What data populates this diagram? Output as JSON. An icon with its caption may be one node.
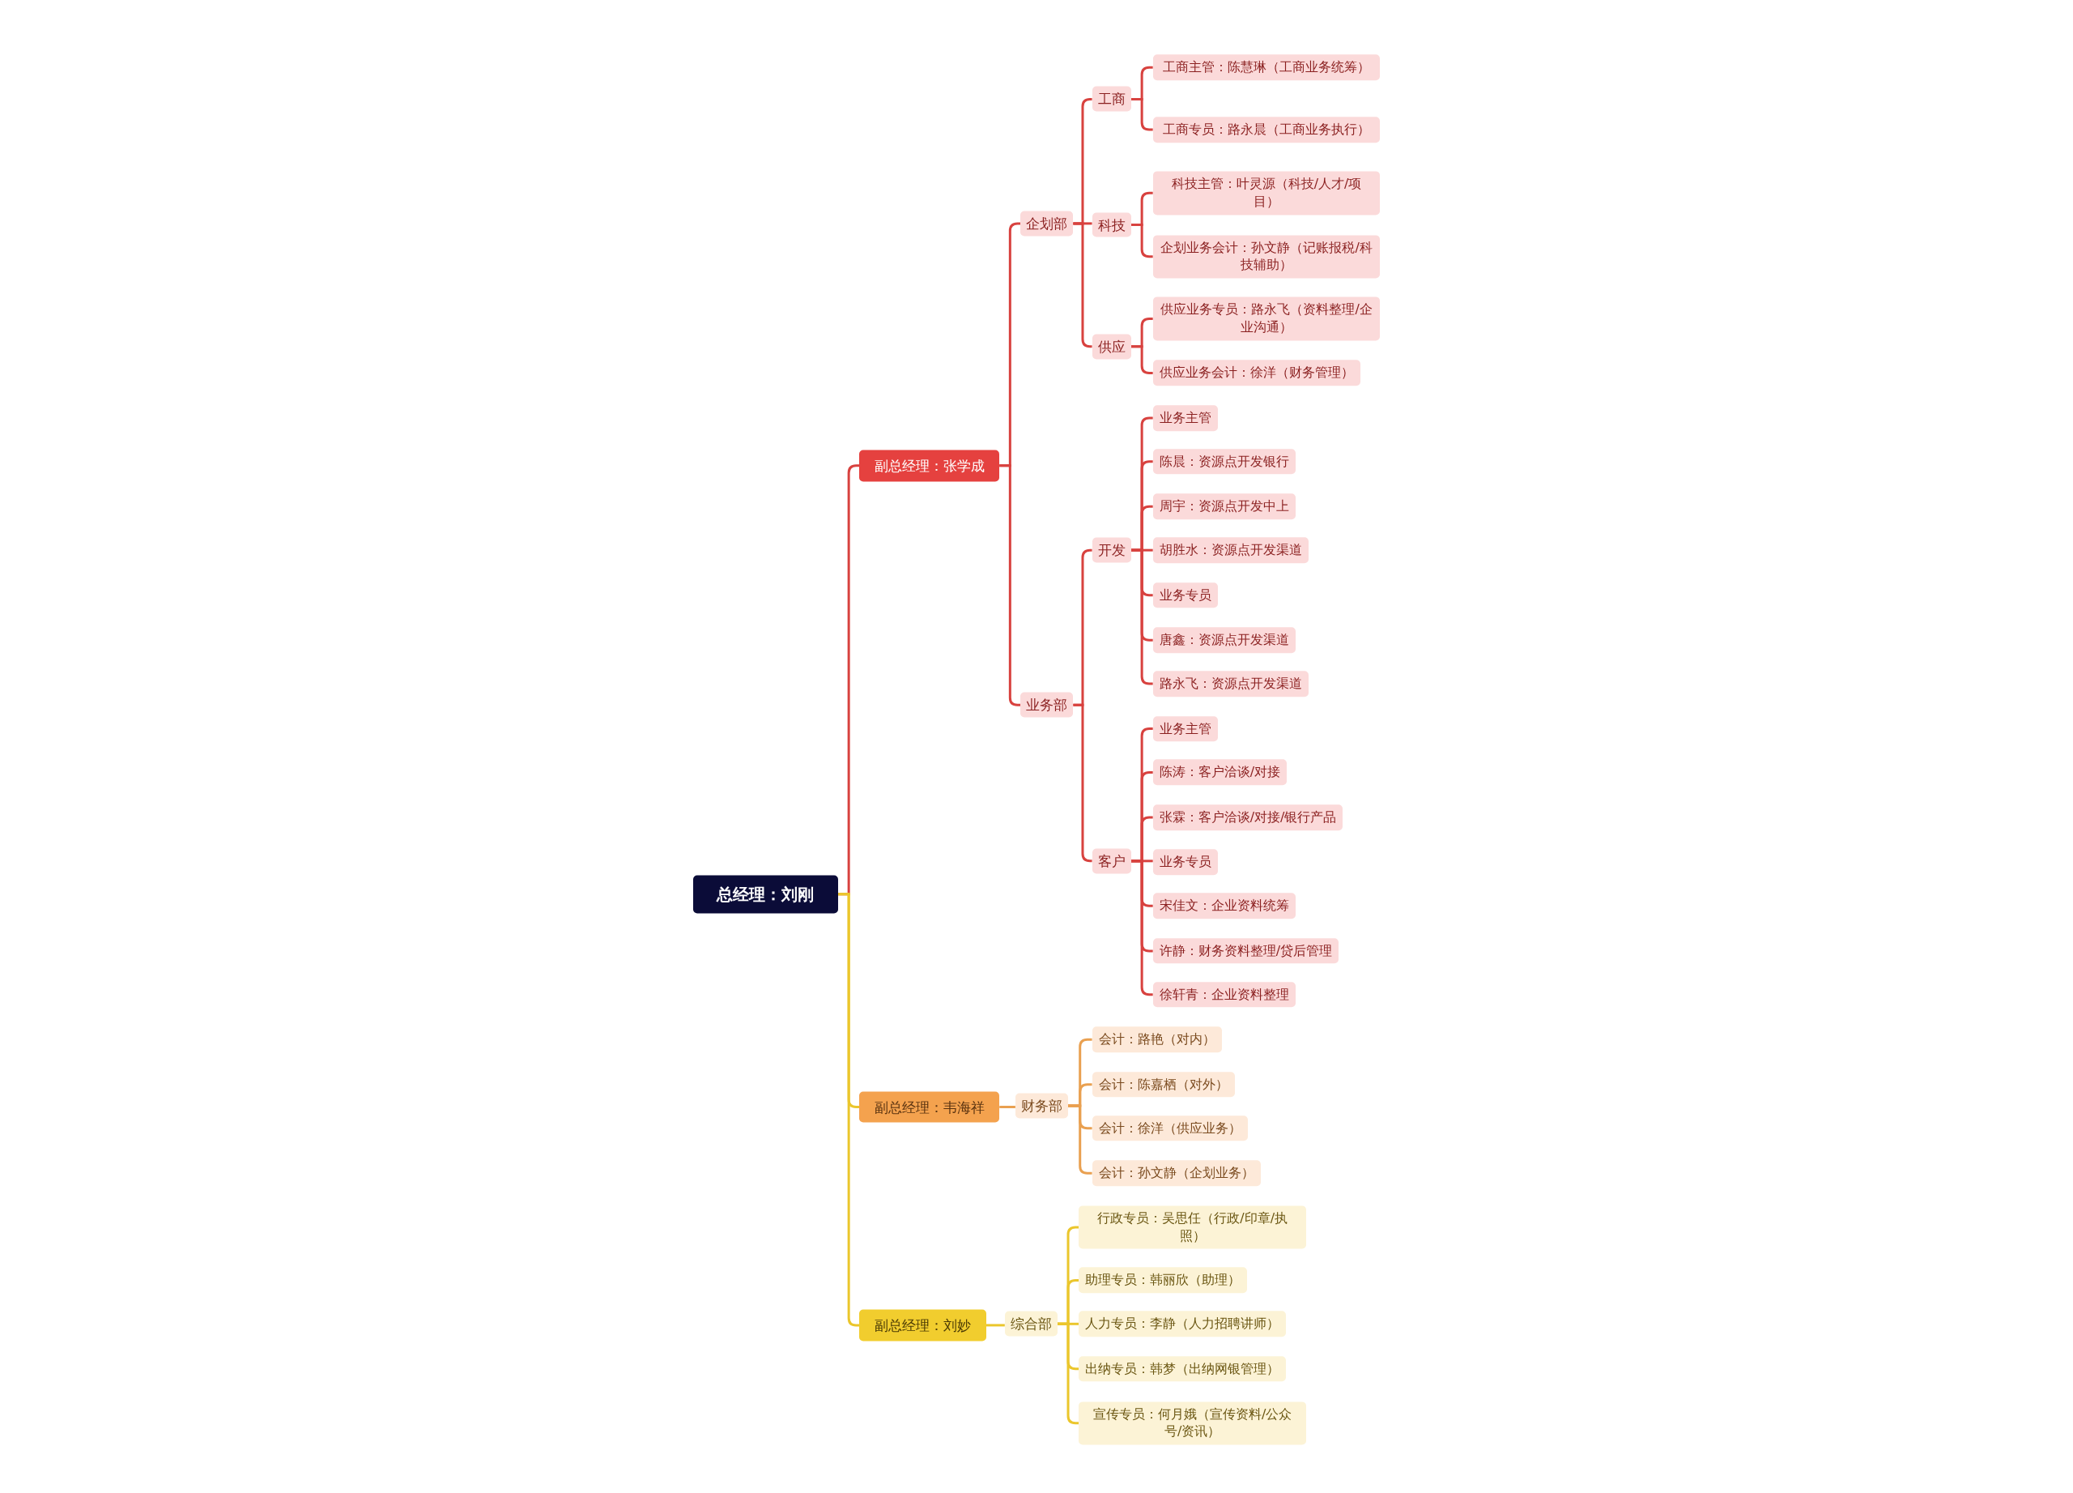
{
  "diagram": {
    "nodes": [
      {
        "text": [
          "总经理：刘刚"
        ]
      },
      {
        "text": [
          "副总经理：张学成"
        ]
      },
      {
        "text": [
          "企划部"
        ]
      },
      {
        "text": [
          "工商"
        ]
      },
      {
        "text": [
          "工商主管：陈慧琳（工商业务统筹）"
        ]
      },
      {
        "text": [
          "工商专员：路永晨（工商业务执行）"
        ]
      },
      {
        "text": [
          "科技"
        ]
      },
      {
        "text": [
          "科技主管：叶灵源（科技/人才/项目）"
        ]
      },
      {
        "text": [
          "企划业务会计：孙文静（记账报税/科技辅助）"
        ]
      },
      {
        "text": [
          "供应"
        ]
      },
      {
        "text": [
          "供应业务专员：路永飞（资料整理/企业沟通）"
        ]
      },
      {
        "text": [
          "供应业务会计：徐洋（财务管理）"
        ]
      },
      {
        "text": [
          "业务部"
        ]
      },
      {
        "text": [
          "开发"
        ]
      },
      {
        "text": [
          "业务主管"
        ]
      },
      {
        "text": [
          "陈晨：资源点开发银行"
        ]
      },
      {
        "text": [
          "周宇：资源点开发中上"
        ]
      },
      {
        "text": [
          "胡胜水：资源点开发渠道"
        ]
      },
      {
        "text": [
          "业务专员"
        ]
      },
      {
        "text": [
          "唐鑫：资源点开发渠道"
        ]
      },
      {
        "text": [
          "路永飞：资源点开发渠道"
        ]
      },
      {
        "text": [
          "客户"
        ]
      },
      {
        "text": [
          "业务主管"
        ]
      },
      {
        "text": [
          "陈涛：客户洽谈/对接"
        ]
      },
      {
        "text": [
          "张霖：客户洽谈/对接/银行产品"
        ]
      },
      {
        "text": [
          "业务专员"
        ]
      },
      {
        "text": [
          "宋佳文：企业资料统筹"
        ]
      },
      {
        "text": [
          "许静：财务资料整理/贷后管理"
        ]
      },
      {
        "text": [
          "徐轩青：企业资料整理"
        ]
      },
      {
        "text": [
          "副总经理：韦海祥"
        ]
      },
      {
        "text": [
          "财务部"
        ]
      },
      {
        "text": [
          "会计：路艳（对内）"
        ]
      },
      {
        "text": [
          "会计：陈嘉栖（对外）"
        ]
      },
      {
        "text": [
          "会计：徐洋（供应业务）"
        ]
      },
      {
        "text": [
          "会计：孙文静（企划业务）"
        ]
      },
      {
        "text": [
          "副总经理：刘妙"
        ]
      },
      {
        "text": [
          "综合部"
        ]
      },
      {
        "text": [
          "行政专员：吴思任（行政/印章/执照）"
        ]
      },
      {
        "text": [
          "助理专员：韩丽欣（助理）"
        ]
      },
      {
        "text": [
          "人力专员：李静（人力招聘讲师）"
        ]
      },
      {
        "text": [
          "出纳专员：韩梦（出纳网银管理）"
        ]
      },
      {
        "text": [
          "宣传专员：何月娥（宣传资料/公众号/资讯）"
        ]
      }
    ],
    "edges": [
      {
        "from": 0,
        "to": 1,
        "arrow": "none"
      },
      {
        "from": 1,
        "to": 2,
        "arrow": "none"
      },
      {
        "from": 2,
        "to": 3,
        "arrow": "none"
      },
      {
        "from": 3,
        "to": 4,
        "arrow": "none"
      },
      {
        "from": 3,
        "to": 5,
        "arrow": "none"
      },
      {
        "from": 2,
        "to": 6,
        "arrow": "none"
      },
      {
        "from": 6,
        "to": 7,
        "arrow": "none"
      },
      {
        "from": 6,
        "to": 8,
        "arrow": "none"
      },
      {
        "from": 2,
        "to": 9,
        "arrow": "none"
      },
      {
        "from": 9,
        "to": 10,
        "arrow": "none"
      },
      {
        "from": 9,
        "to": 11,
        "arrow": "none"
      },
      {
        "from": 1,
        "to": 12,
        "arrow": "none"
      },
      {
        "from": 12,
        "to": 13,
        "arrow": "none"
      },
      {
        "from": 13,
        "to": 14,
        "arrow": "none"
      },
      {
        "from": 13,
        "to": 15,
        "arrow": "none"
      },
      {
        "from": 13,
        "to": 16,
        "arrow": "none"
      },
      {
        "from": 13,
        "to": 17,
        "arrow": "none"
      },
      {
        "from": 13,
        "to": 18,
        "arrow": "none"
      },
      {
        "from": 13,
        "to": 19,
        "arrow": "none"
      },
      {
        "from": 13,
        "to": 20,
        "arrow": "none"
      },
      {
        "from": 12,
        "to": 21,
        "arrow": "none"
      },
      {
        "from": 21,
        "to": 22,
        "arrow": "none"
      },
      {
        "from": 21,
        "to": 23,
        "arrow": "none"
      },
      {
        "from": 21,
        "to": 24,
        "arrow": "none"
      },
      {
        "from": 21,
        "to": 25,
        "arrow": "none"
      },
      {
        "from": 21,
        "to": 26,
        "arrow": "none"
      },
      {
        "from": 21,
        "to": 27,
        "arrow": "none"
      },
      {
        "from": 21,
        "to": 28,
        "arrow": "none"
      },
      {
        "from": 0,
        "to": 29,
        "arrow": "none",
        "color": "#ebc62c"
      },
      {
        "from": 29,
        "to": 30,
        "arrow": "none",
        "color": "#e9a050"
      },
      {
        "from": 30,
        "to": 31,
        "arrow": "none",
        "color": "#e9a050"
      },
      {
        "from": 30,
        "to": 32,
        "arrow": "none",
        "color": "#e9a050"
      },
      {
        "from": 30,
        "to": 33,
        "arrow": "none",
        "color": "#e9a050"
      },
      {
        "from": 30,
        "to": 34,
        "arrow": "none",
        "color": "#e9a050"
      },
      {
        "from": 0,
        "to": 35,
        "arrow": "none",
        "color": "#ebc62c"
      },
      {
        "from": 35,
        "to": 36,
        "arrow": "none",
        "color": "#ebc62c"
      },
      {
        "from": 36,
        "to": 37,
        "arrow": "none",
        "color": "#ebc62c"
      },
      {
        "from": 36,
        "to": 38,
        "arrow": "none",
        "color": "#ebc62c"
      },
      {
        "from": 36,
        "to": 39,
        "arrow": "none",
        "color": "#ebc62c"
      },
      {
        "from": 36,
        "to": 40,
        "arrow": "none",
        "color": "#ebc62c"
      },
      {
        "from": 36,
        "to": 41,
        "arrow": "none",
        "color": "#ebc62c"
      }
    ]
  }
}
